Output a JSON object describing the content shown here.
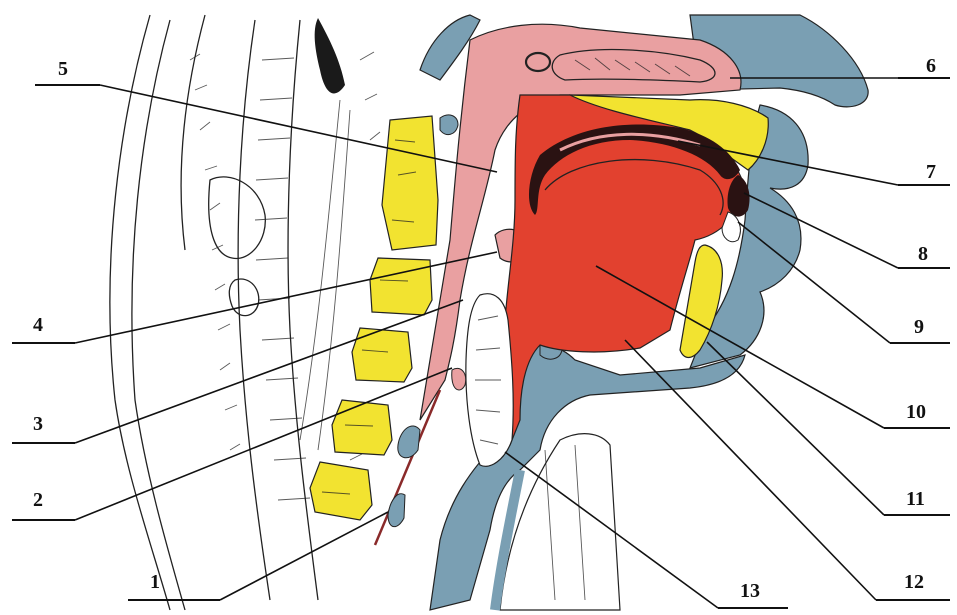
{
  "figure": {
    "labels": {
      "l1": "1",
      "l2": "2",
      "l3": "3",
      "l4": "4",
      "l5": "5",
      "l6": "6",
      "l7": "7",
      "l8": "8",
      "l9": "9",
      "l10": "10",
      "l11": "11",
      "l12": "12",
      "l13": "13"
    },
    "colors": {
      "soft_tissue_blue": "#7a9fb3",
      "mucosa_pink": "#e9a0a1",
      "tongue_red": "#e2412f",
      "bone_yellow": "#f2e330",
      "dark_mucosa": "#2a1212",
      "ink": "#111111"
    }
  }
}
